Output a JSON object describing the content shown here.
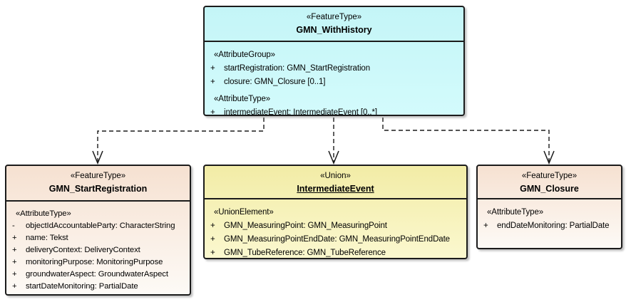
{
  "diagram_title": "",
  "colors": {
    "feature_type_top_fill": "#cdf8fa",
    "feature_type_fill": "#f6e1d1",
    "union_fill": "#f5efb4",
    "border": "#1b1b1b",
    "connector": "#1a1a1a",
    "background": "#ffffff"
  },
  "boxes": [
    {
      "stereotype": "«FeatureType»",
      "name": "GMN_WithHistory",
      "rows": [
        {
          "kind": "group",
          "text": "«AttributeGroup»"
        },
        {
          "vis": "+",
          "text": "startRegistration: GMN_StartRegistration"
        },
        {
          "vis": "+",
          "text": "closure: GMN_Closure [0..1]"
        },
        {
          "kind": "group",
          "text": "«AttributeType»"
        },
        {
          "vis": "+",
          "text": "intermediateEvent: IntermediateEvent [0..*]"
        }
      ]
    },
    {
      "stereotype": "«FeatureType»",
      "name": "GMN_StartRegistration",
      "rows": [
        {
          "kind": "group",
          "text": "«AttributeType»"
        },
        {
          "vis": "-",
          "text": "objectIdAccountableParty: CharacterString"
        },
        {
          "vis": "+",
          "text": "name: Tekst"
        },
        {
          "vis": "+",
          "text": "deliveryContext: DeliveryContext"
        },
        {
          "vis": "+",
          "text": "monitoringPurpose: MonitoringPurpose"
        },
        {
          "vis": "+",
          "text": "groundwaterAspect: GroundwaterAspect"
        },
        {
          "vis": "+",
          "text": "startDateMonitoring: PartialDate"
        }
      ]
    },
    {
      "stereotype": "«Union»",
      "name": "IntermediateEvent",
      "rows": [
        {
          "kind": "group",
          "text": "«UnionElement»"
        },
        {
          "vis": "+",
          "text": "GMN_MeasuringPoint: GMN_MeasuringPoint"
        },
        {
          "vis": "+",
          "text": "GMN_MeasuringPointEndDate: GMN_MeasuringPointEndDate"
        },
        {
          "vis": "+",
          "text": "GMN_TubeReference: GMN_TubeReference"
        }
      ]
    },
    {
      "stereotype": "«FeatureType»",
      "name": "GMN_Closure",
      "rows": [
        {
          "kind": "group",
          "text": "«AttributeType»"
        },
        {
          "vis": "+",
          "text": "endDateMonitoring: PartialDate"
        }
      ]
    }
  ],
  "connectors": [
    {
      "from": "GMN_WithHistory",
      "to": "GMN_StartRegistration",
      "style": "dashed",
      "arrow": "open-v-down"
    },
    {
      "from": "GMN_WithHistory",
      "to": "IntermediateEvent",
      "style": "dashed",
      "arrow": "open-v-down"
    },
    {
      "from": "GMN_WithHistory",
      "to": "GMN_Closure",
      "style": "dashed",
      "arrow": "open-v-down"
    }
  ]
}
